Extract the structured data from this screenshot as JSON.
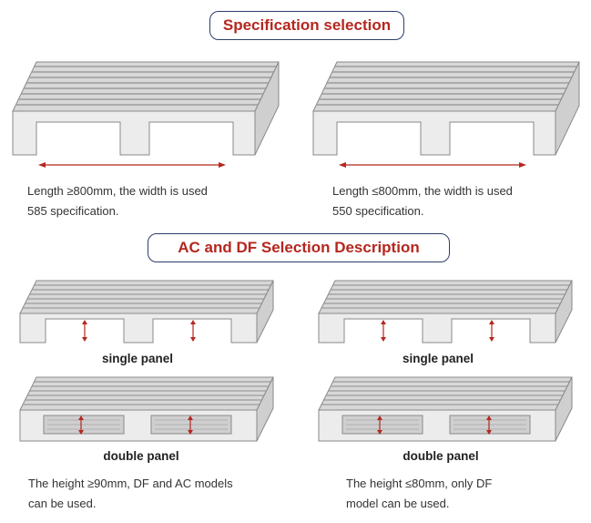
{
  "headings": {
    "specification": "Specification selection",
    "ac_df": "AC and DF Selection Description"
  },
  "spec": {
    "left": {
      "line1": "Length ≥800mm, the width is used",
      "line2": "585 specification."
    },
    "right": {
      "line1": "Length ≤800mm, the width is used",
      "line2": "550 specification."
    }
  },
  "acdf": {
    "left": {
      "single_label": "single panel",
      "double_label": "double panel",
      "line1": "The height ≥90mm, DF and AC models",
      "line2": "can be used."
    },
    "right": {
      "single_label": "single panel",
      "double_label": "double panel",
      "line1": "The height ≤80mm, only DF",
      "line2": "model can be used."
    }
  },
  "colors": {
    "accent_red": "#b5271f",
    "border_navy": "#2c3e6b",
    "pallet_top": "#d6d6d6",
    "pallet_face": "#e9e9e9",
    "pallet_stroke": "#8a8a8a"
  }
}
